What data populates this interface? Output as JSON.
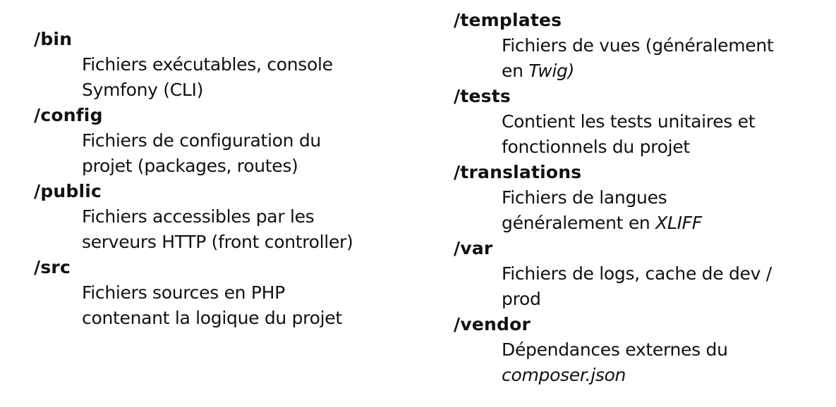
{
  "left": [
    {
      "dir": "/bin",
      "lines": [
        [
          {
            "t": "Fichiers exécutables, console"
          }
        ],
        [
          {
            "t": "Symfony (CLI)"
          }
        ]
      ]
    },
    {
      "dir": "/config",
      "lines": [
        [
          {
            "t": "Fichiers de configuration du"
          }
        ],
        [
          {
            "t": "projet (packages, routes)"
          }
        ]
      ]
    },
    {
      "dir": "/public",
      "lines": [
        [
          {
            "t": "Fichiers accessibles par les"
          }
        ],
        [
          {
            "t": "serveurs HTTP (front controller)"
          }
        ]
      ]
    },
    {
      "dir": "/src",
      "lines": [
        [
          {
            "t": "Fichiers sources en PHP"
          }
        ],
        [
          {
            "t": "contenant la logique du projet"
          }
        ]
      ]
    }
  ],
  "right": [
    {
      "dir": "/templates",
      "lines": [
        [
          {
            "t": "Fichiers de vues (généralement"
          }
        ],
        [
          {
            "t": "en "
          },
          {
            "t": "Twig)",
            "italic": true
          }
        ]
      ]
    },
    {
      "dir": "/tests",
      "lines": [
        [
          {
            "t": "Contient les tests unitaires et"
          }
        ],
        [
          {
            "t": "fonctionnels du projet"
          }
        ]
      ]
    },
    {
      "dir": "/translations",
      "lines": [
        [
          {
            "t": "Fichiers de langues"
          }
        ],
        [
          {
            "t": "généralement en "
          },
          {
            "t": "XLIFF",
            "italic": true
          }
        ]
      ]
    },
    {
      "dir": "/var",
      "lines": [
        [
          {
            "t": "Fichiers de logs, cache de dev /"
          }
        ],
        [
          {
            "t": "prod"
          }
        ]
      ]
    },
    {
      "dir": "/vendor",
      "lines": [
        [
          {
            "t": "Dépendances externes du"
          }
        ],
        [
          {
            "t": "composer.json",
            "italic": true
          }
        ]
      ]
    }
  ]
}
